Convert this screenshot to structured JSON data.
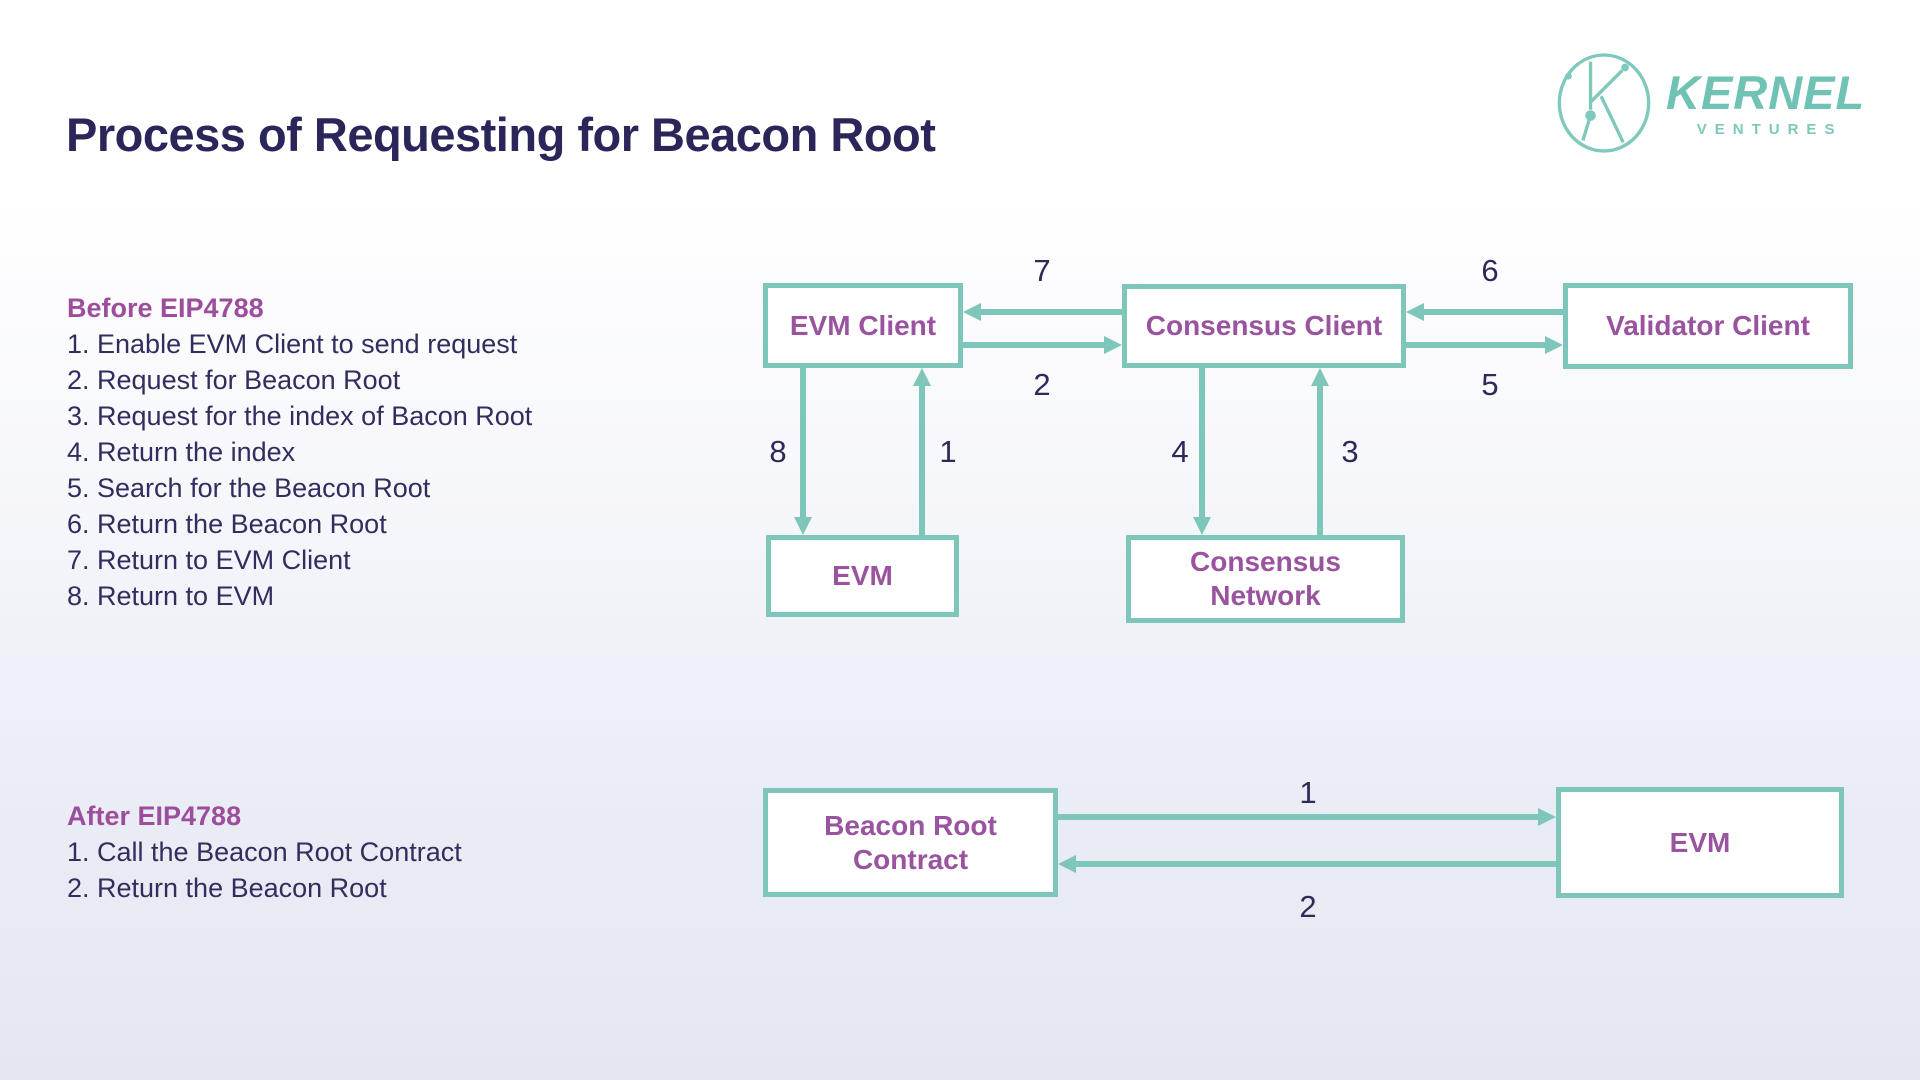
{
  "page": {
    "title": "Process of Requesting for Beacon Root"
  },
  "logo": {
    "brand": "KERNEL",
    "subtitle": "VENTURES"
  },
  "colors": {
    "teal_accent": "#7ec5ba",
    "logo_teal": "#6fc2b4",
    "purple_heading": "#9c4d9c",
    "purple_box_text": "#99539f",
    "navy_text": "#2d2a5a",
    "title_navy": "#2b2659",
    "background_bottom": "#e4e6f1"
  },
  "before_section": {
    "heading": "Before EIP4788",
    "steps": [
      "1. Enable EVM Client to send request",
      "2. Request for Beacon Root",
      "3. Request for the index of Bacon Root",
      "4. Return the index",
      "5. Search for the Beacon Root",
      "6. Return the Beacon Root",
      "7. Return to EVM Client",
      "8. Return to EVM"
    ]
  },
  "after_section": {
    "heading": "After EIP4788",
    "steps": [
      "1. Call the Beacon Root Contract",
      "2. Return the Beacon Root"
    ]
  },
  "diagram_before": {
    "boxes": {
      "evm_client": "EVM Client",
      "consensus_client": "Consensus Client",
      "validator_client": "Validator Client",
      "evm": "EVM",
      "consensus_network": "Consensus Network"
    },
    "arrow_labels": {
      "n7": "7",
      "n2": "2",
      "n6": "6",
      "n5": "5",
      "n8": "8",
      "n1": "1",
      "n4": "4",
      "n3": "3"
    }
  },
  "diagram_after": {
    "boxes": {
      "beacon_root_contract": "Beacon Root Contract",
      "evm": "EVM"
    },
    "arrow_labels": {
      "n1": "1",
      "n2": "2"
    }
  }
}
